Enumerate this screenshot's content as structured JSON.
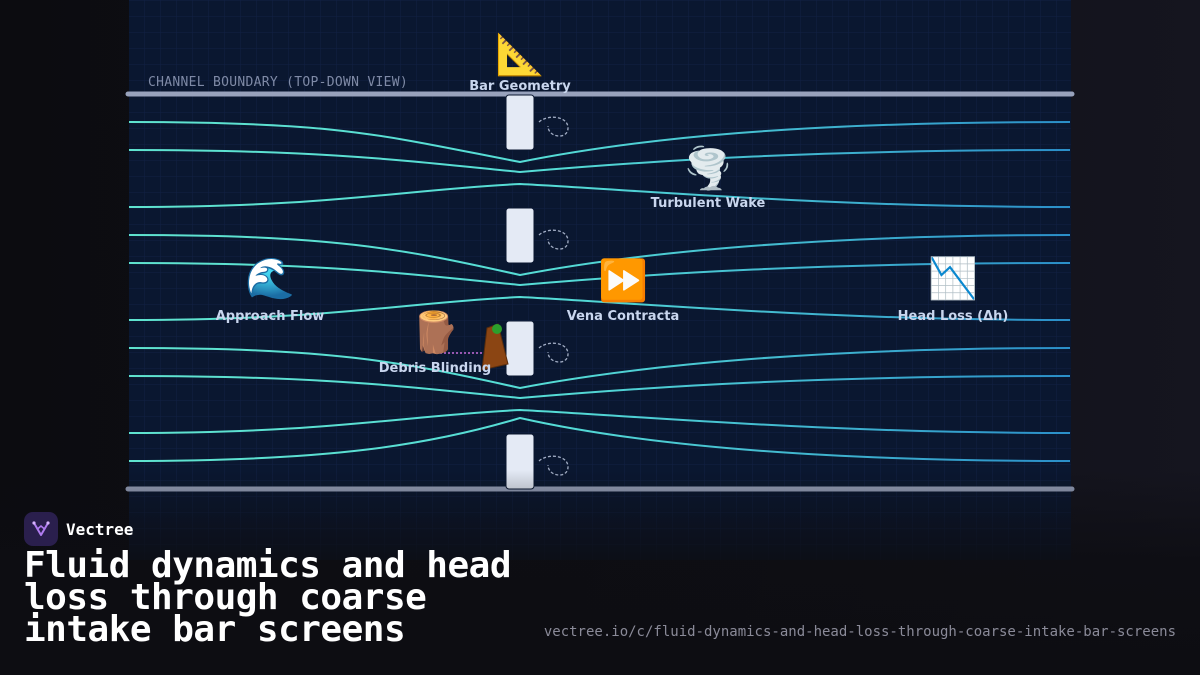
{
  "diagram": {
    "boundary_caption": "CHANNEL BOUNDARY (TOP-DOWN VIEW)",
    "nodes": [
      {
        "id": "bar-geometry",
        "label": "Bar Geometry",
        "icon": "📐",
        "icon_name": "triangular-ruler-icon"
      },
      {
        "id": "turbulent-wake",
        "label": "Turbulent Wake",
        "icon": "🌪️",
        "icon_name": "tornado-icon"
      },
      {
        "id": "approach-flow",
        "label": "Approach Flow",
        "icon": "🌊",
        "icon_name": "wave-icon"
      },
      {
        "id": "vena-contracta",
        "label": "Vena Contracta",
        "icon": "⏩",
        "icon_name": "fast-forward-icon"
      },
      {
        "id": "head-loss",
        "label": "Head Loss (Δh)",
        "icon": "📉",
        "icon_name": "chart-decreasing-icon"
      },
      {
        "id": "debris-blinding",
        "label": "Debris Blinding",
        "icon": "🪵",
        "icon_name": "wood-log-icon"
      }
    ],
    "colors": {
      "channel_bg": "#0a1730",
      "grid": "#14264a",
      "boundary": "#98a2bc",
      "bar_fill": "#e4eaf5",
      "streamline_inlet": "#5fe3cf",
      "streamline_outlet": "#2b8fc9",
      "debris": "#8b4513",
      "leaf": "#2ca02c"
    }
  },
  "footer": {
    "brand": "Vectree",
    "title": "Fluid dynamics and head loss through coarse intake bar screens",
    "url": "vectree.io/c/fluid-dynamics-and-head-loss-through-coarse-intake-bar-screens"
  }
}
